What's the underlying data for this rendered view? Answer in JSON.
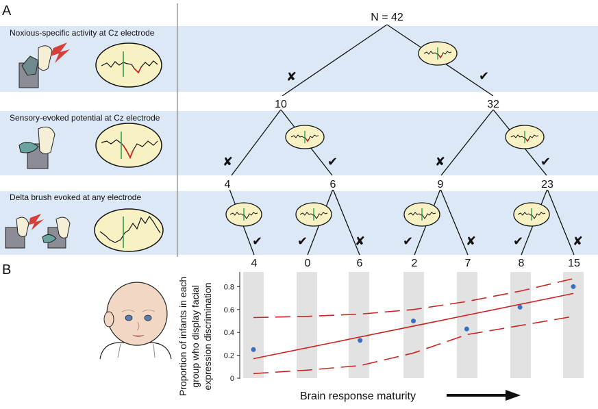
{
  "panel_a": {
    "label": "A",
    "root": "N = 42",
    "rows": [
      {
        "label": "Noxious-specific activity at Cz electrode"
      },
      {
        "label": "Sensory-evoked potential at Cz electrode"
      },
      {
        "label": "Delta brush evoked at any electrode"
      }
    ],
    "level1": [
      "10",
      "32"
    ],
    "level2": [
      "4",
      "6",
      "9",
      "23"
    ],
    "leaves": [
      "4",
      "0",
      "6",
      "2",
      "7",
      "8",
      "15"
    ]
  },
  "panel_b": {
    "label": "B",
    "xlabel": "Brain response maturity",
    "ylabel_lines": [
      "Proportion of infants in each",
      "group who display facial",
      "expression discrimination"
    ]
  },
  "colors": {
    "band": "#dce8f6",
    "ellipse_fill": "#f8f1c4",
    "point": "#3a6fbf",
    "fit": "#cc2222",
    "column": "#e2e2e2"
  },
  "chart_data": {
    "type": "scatter",
    "x": [
      1,
      2,
      3,
      4,
      5,
      6,
      7
    ],
    "values": [
      0.25,
      null,
      0.33,
      0.5,
      0.43,
      0.62,
      0.8
    ],
    "ylim": [
      0,
      0.88
    ],
    "yticks": [
      "0",
      "0.2",
      "0.4",
      "0.6",
      "0.8"
    ],
    "fit_line": {
      "x": [
        1,
        7
      ],
      "y": [
        0.17,
        0.74
      ]
    },
    "ci_upper": {
      "x": [
        1,
        2,
        3,
        4,
        5,
        6,
        7
      ],
      "y": [
        0.53,
        0.54,
        0.56,
        0.6,
        0.67,
        0.76,
        0.87
      ]
    },
    "ci_lower": {
      "x": [
        1,
        2,
        3,
        4,
        5,
        6,
        7
      ],
      "y": [
        0.04,
        0.07,
        0.11,
        0.22,
        0.38,
        0.46,
        0.54
      ]
    },
    "xlabel": "Brain response maturity",
    "ylabel": "Proportion of infants in each group who display facial expression discrimination",
    "grid": false
  }
}
